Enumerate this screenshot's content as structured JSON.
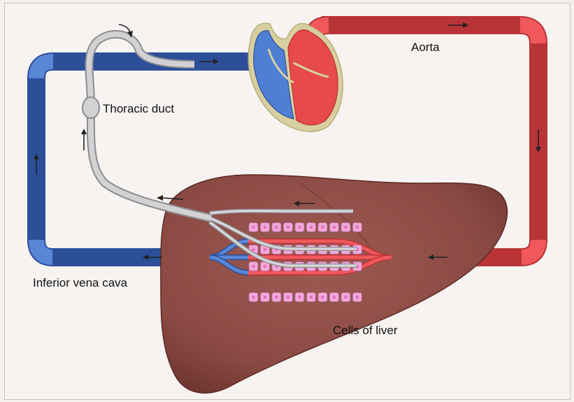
{
  "labels": {
    "aorta": "Aorta",
    "thoracic_duct": "Thoracic duct",
    "inferior_vena_cava": "Inferior vena cava",
    "cells_of_liver": "Cells of liver"
  },
  "colors": {
    "artery": "#f0585c",
    "artery_dark": "#b83438",
    "vein": "#5a86d6",
    "vein_dark": "#2d4f9a",
    "lymph": "#c9c9cc",
    "lymph_dark": "#8c8c91",
    "liver": "#8a4a43",
    "liver_dark": "#6e342f",
    "heart_red": "#e64a4a",
    "heart_blue": "#4f7fd4",
    "heart_outline": "#d8cfa0",
    "cell": "#f0a8d8",
    "cell_nucleus": "#e56bbd",
    "background": "#f6f3f1"
  },
  "liver_cell_rows": 4,
  "liver_cells_per_row": 10
}
